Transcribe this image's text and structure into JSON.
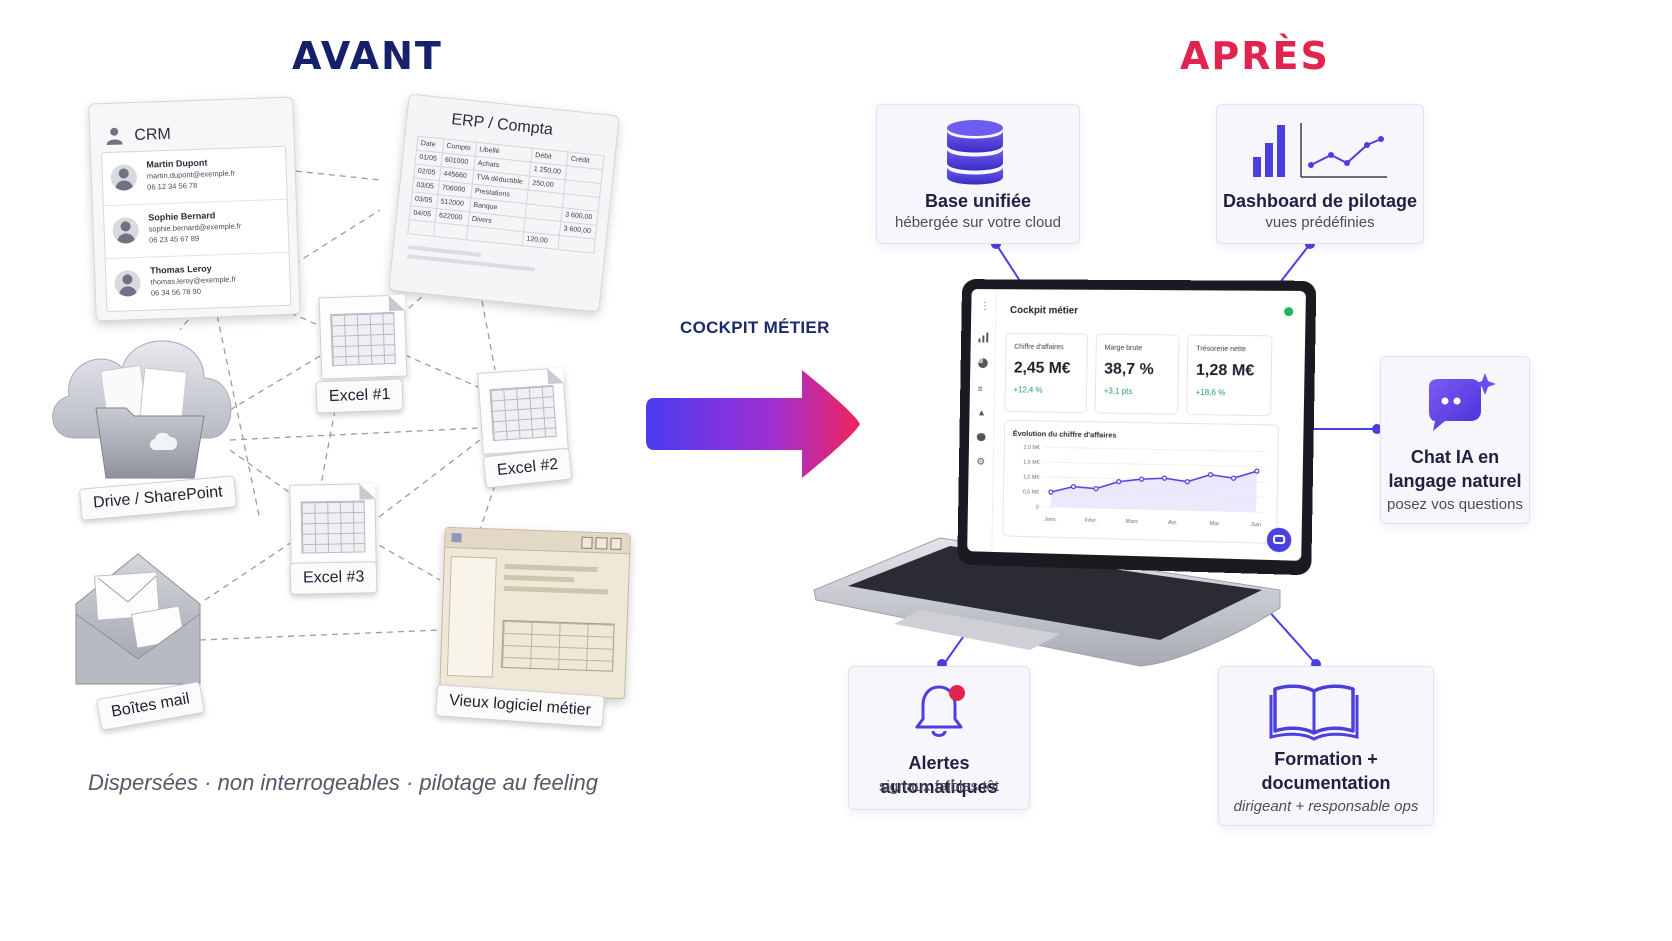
{
  "before": {
    "title": "AVANT",
    "crm": {
      "title": "CRM",
      "contacts": [
        {
          "name": "Martin Dupont",
          "email": "martin.dupont@exemple.fr",
          "phone": "06 12 34 56 78"
        },
        {
          "name": "Sophie Bernard",
          "email": "sophie.bernard@exemple.fr",
          "phone": "06 23 45 67 89"
        },
        {
          "name": "Thomas Leroy",
          "email": "thomas.leroy@exemple.fr",
          "phone": "06 34 56 78 90"
        }
      ]
    },
    "erp": {
      "title": "ERP / Compta",
      "headers": [
        "Date",
        "Compte",
        "Libellé",
        "Débit",
        "Crédit"
      ],
      "rows": [
        [
          "01/05",
          "601000",
          "Achats",
          "1 250,00",
          ""
        ],
        [
          "02/05",
          "445660",
          "TVA déductible",
          "250,00",
          ""
        ],
        [
          "03/05",
          "706000",
          "Prestations",
          "",
          ""
        ],
        [
          "03/05",
          "512000",
          "Banque",
          "",
          "3 600,00"
        ],
        [
          "04/05",
          "622000",
          "Divers",
          "",
          "3 600,00"
        ],
        [
          "",
          "",
          "",
          "120,00",
          ""
        ]
      ]
    },
    "excel1": "Excel #1",
    "excel2": "Excel #2",
    "excel3": "Excel #3",
    "drive": "Drive / SharePoint",
    "mail": "Boîtes mail",
    "oldsoft": "Vieux logiciel métier",
    "tagline": "Dispersées · non interrogeables · pilotage au feeling"
  },
  "arrow_label": "COCKPIT MÉTIER",
  "after": {
    "title": "APRÈS",
    "features": {
      "base": {
        "title": "Base unifiée",
        "subtitle": "hébergée sur votre cloud"
      },
      "dashboard": {
        "title": "Dashboard de pilotage",
        "subtitle": "vues prédéfinies"
      },
      "chat": {
        "title_line1": "Chat IA en",
        "title_line2": "langage naturel",
        "subtitle": "posez vos questions"
      },
      "alerts": {
        "title": "Alertes automatiques",
        "subtitle": "signaux faibles tôt"
      },
      "training": {
        "title_line1": "Formation +",
        "title_line2": "documentation",
        "subtitle": "dirigeant + responsable ops"
      }
    },
    "cockpit": {
      "title": "Cockpit métier",
      "kpis": [
        {
          "label": "Chiffre d'affaires",
          "value": "2,45 M€",
          "delta": "+12,4 %"
        },
        {
          "label": "Marge brute",
          "value": "38,7 %",
          "delta": "+3,1 pts"
        },
        {
          "label": "Trésorerie nette",
          "value": "1,28 M€",
          "delta": "+18,6 %"
        }
      ],
      "chart_data": {
        "type": "line",
        "title": "Évolution du chiffre d'affaires",
        "y_ticks": [
          "2,0 M€",
          "1,5 M€",
          "1,0 M€",
          "0,5 M€",
          "0"
        ],
        "x": [
          "Janv.",
          "Févr.",
          "Mars",
          "Avr.",
          "Mai",
          "Juin"
        ],
        "values": [
          0.5,
          0.7,
          0.65,
          0.9,
          1.0,
          1.05,
          0.95,
          1.2,
          1.1,
          1.35
        ],
        "ylim": [
          0,
          2.0
        ]
      }
    }
  },
  "colors": {
    "navy": "#16206b",
    "red": "#e0244f",
    "violet": "#4b3fe0",
    "arrow_start": "#4a3cf0",
    "arrow_end": "#f0245a"
  }
}
